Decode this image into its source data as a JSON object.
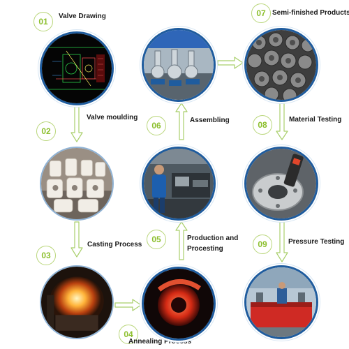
{
  "steps": [
    {
      "number": "01",
      "title": "Valve Drawing"
    },
    {
      "number": "02",
      "title": "Valve moulding"
    },
    {
      "number": "03",
      "title": "Casting Process"
    },
    {
      "number": "04",
      "title": "Annealing Process"
    },
    {
      "number": "05",
      "title_line1": "Production and",
      "title_line2": "Procesting"
    },
    {
      "number": "06",
      "title": "Assembling"
    },
    {
      "number": "07",
      "title": "Semi-finished Products"
    },
    {
      "number": "08",
      "title": "Material Testing"
    },
    {
      "number": "09",
      "title": "Pressure Testing"
    }
  ],
  "colors": {
    "badge_text": "#8cbf2d",
    "badge_border": "#b9d67a",
    "arrow": "#a9cf6b",
    "ring": "#1f5c9e"
  }
}
